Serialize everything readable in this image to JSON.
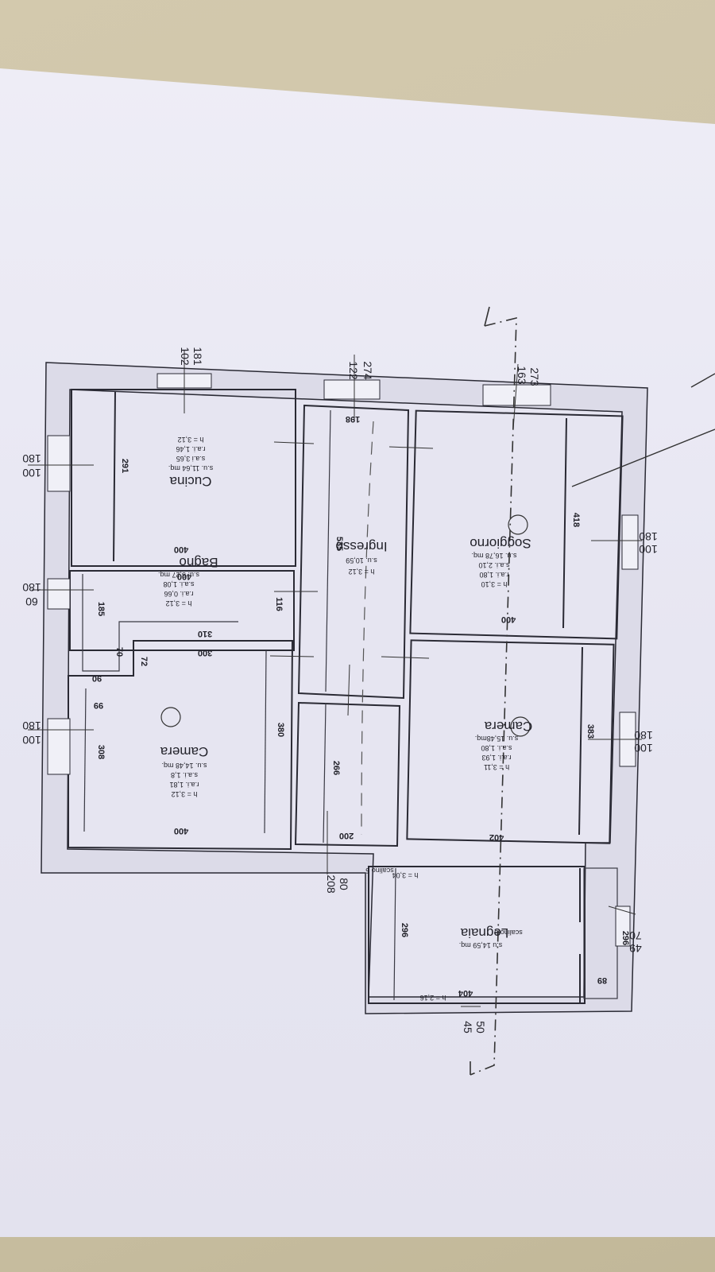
{
  "rooms": {
    "cucina": {
      "name": "Cucina",
      "su": "s.u. 11,64 mq.",
      "sai": "s.a.i 3,65",
      "rai": "r.a.i. 1,46",
      "h": "h = 3,12",
      "d1": "291",
      "d2": "400"
    },
    "bagno": {
      "name": "Bagno",
      "su": "s.u. 5,27 mq.",
      "sai": "s.a.i. 1,08",
      "rai": "r.a.i. 0,66",
      "h": "h = 3,12",
      "d1": "185",
      "d2": "310",
      "d3": "116",
      "d4": "400",
      "d5": "70",
      "d6": "72",
      "d7": "90",
      "d8": "99"
    },
    "camera_left": {
      "name": "Camera",
      "su": "s.u. 14,48 mq.",
      "sai": "s.a.i. 1,8",
      "rai": "r.a.i. 1,81",
      "h": "h = 3,12",
      "d1": "308",
      "d2": "380",
      "d3": "400",
      "d4": "300"
    },
    "ingresso": {
      "name": "Ingresso",
      "su": "s.u. 10,59",
      "h": "h = 3,12",
      "d1": "535",
      "d2": "198",
      "d3": "266",
      "d4": "200"
    },
    "soggiorno": {
      "name": "Soggiorno",
      "su": "s.u. 16,78 mq.",
      "sai": "s.a.i. 2,10",
      "rai": "r.a.i. 1,80",
      "h": "h = 3,10",
      "d1": "418",
      "d2": "400"
    },
    "camera_right": {
      "name": "Camera",
      "su": "s.u. 15,48mq.",
      "sai": "s.a.i. 1,80",
      "rai": "r.a.i. 1,93",
      "h": "h = 3,11",
      "d1": "383",
      "d2": "402"
    },
    "legnaia": {
      "name": "Legnaia",
      "su": "s.u 14,59 mq.",
      "h1": "h = 3,04",
      "h2": "h = 2,16",
      "d1": "296",
      "d2": "404",
      "d3": "89",
      "sc1": "scalino 6",
      "sc2": "scalino 5"
    }
  },
  "windows": {
    "w1": {
      "a": "102",
      "b": "181"
    },
    "w2": {
      "a": "122",
      "b": "274"
    },
    "w3": {
      "a": "163",
      "b": "273"
    },
    "w4": {
      "a": "100",
      "b": "180"
    },
    "w5": {
      "a": "60",
      "b": "180"
    },
    "w6": {
      "a": "100",
      "b": "180"
    },
    "w7": {
      "a": "100",
      "b": "180"
    },
    "w8": {
      "a": "100",
      "b": "180"
    },
    "w9": {
      "a": "80",
      "b": "208"
    },
    "w10": {
      "a": "49",
      "b": "70"
    },
    "w11": {
      "a": "50",
      "b": "45"
    },
    "w12": {
      "a": "296"
    }
  }
}
